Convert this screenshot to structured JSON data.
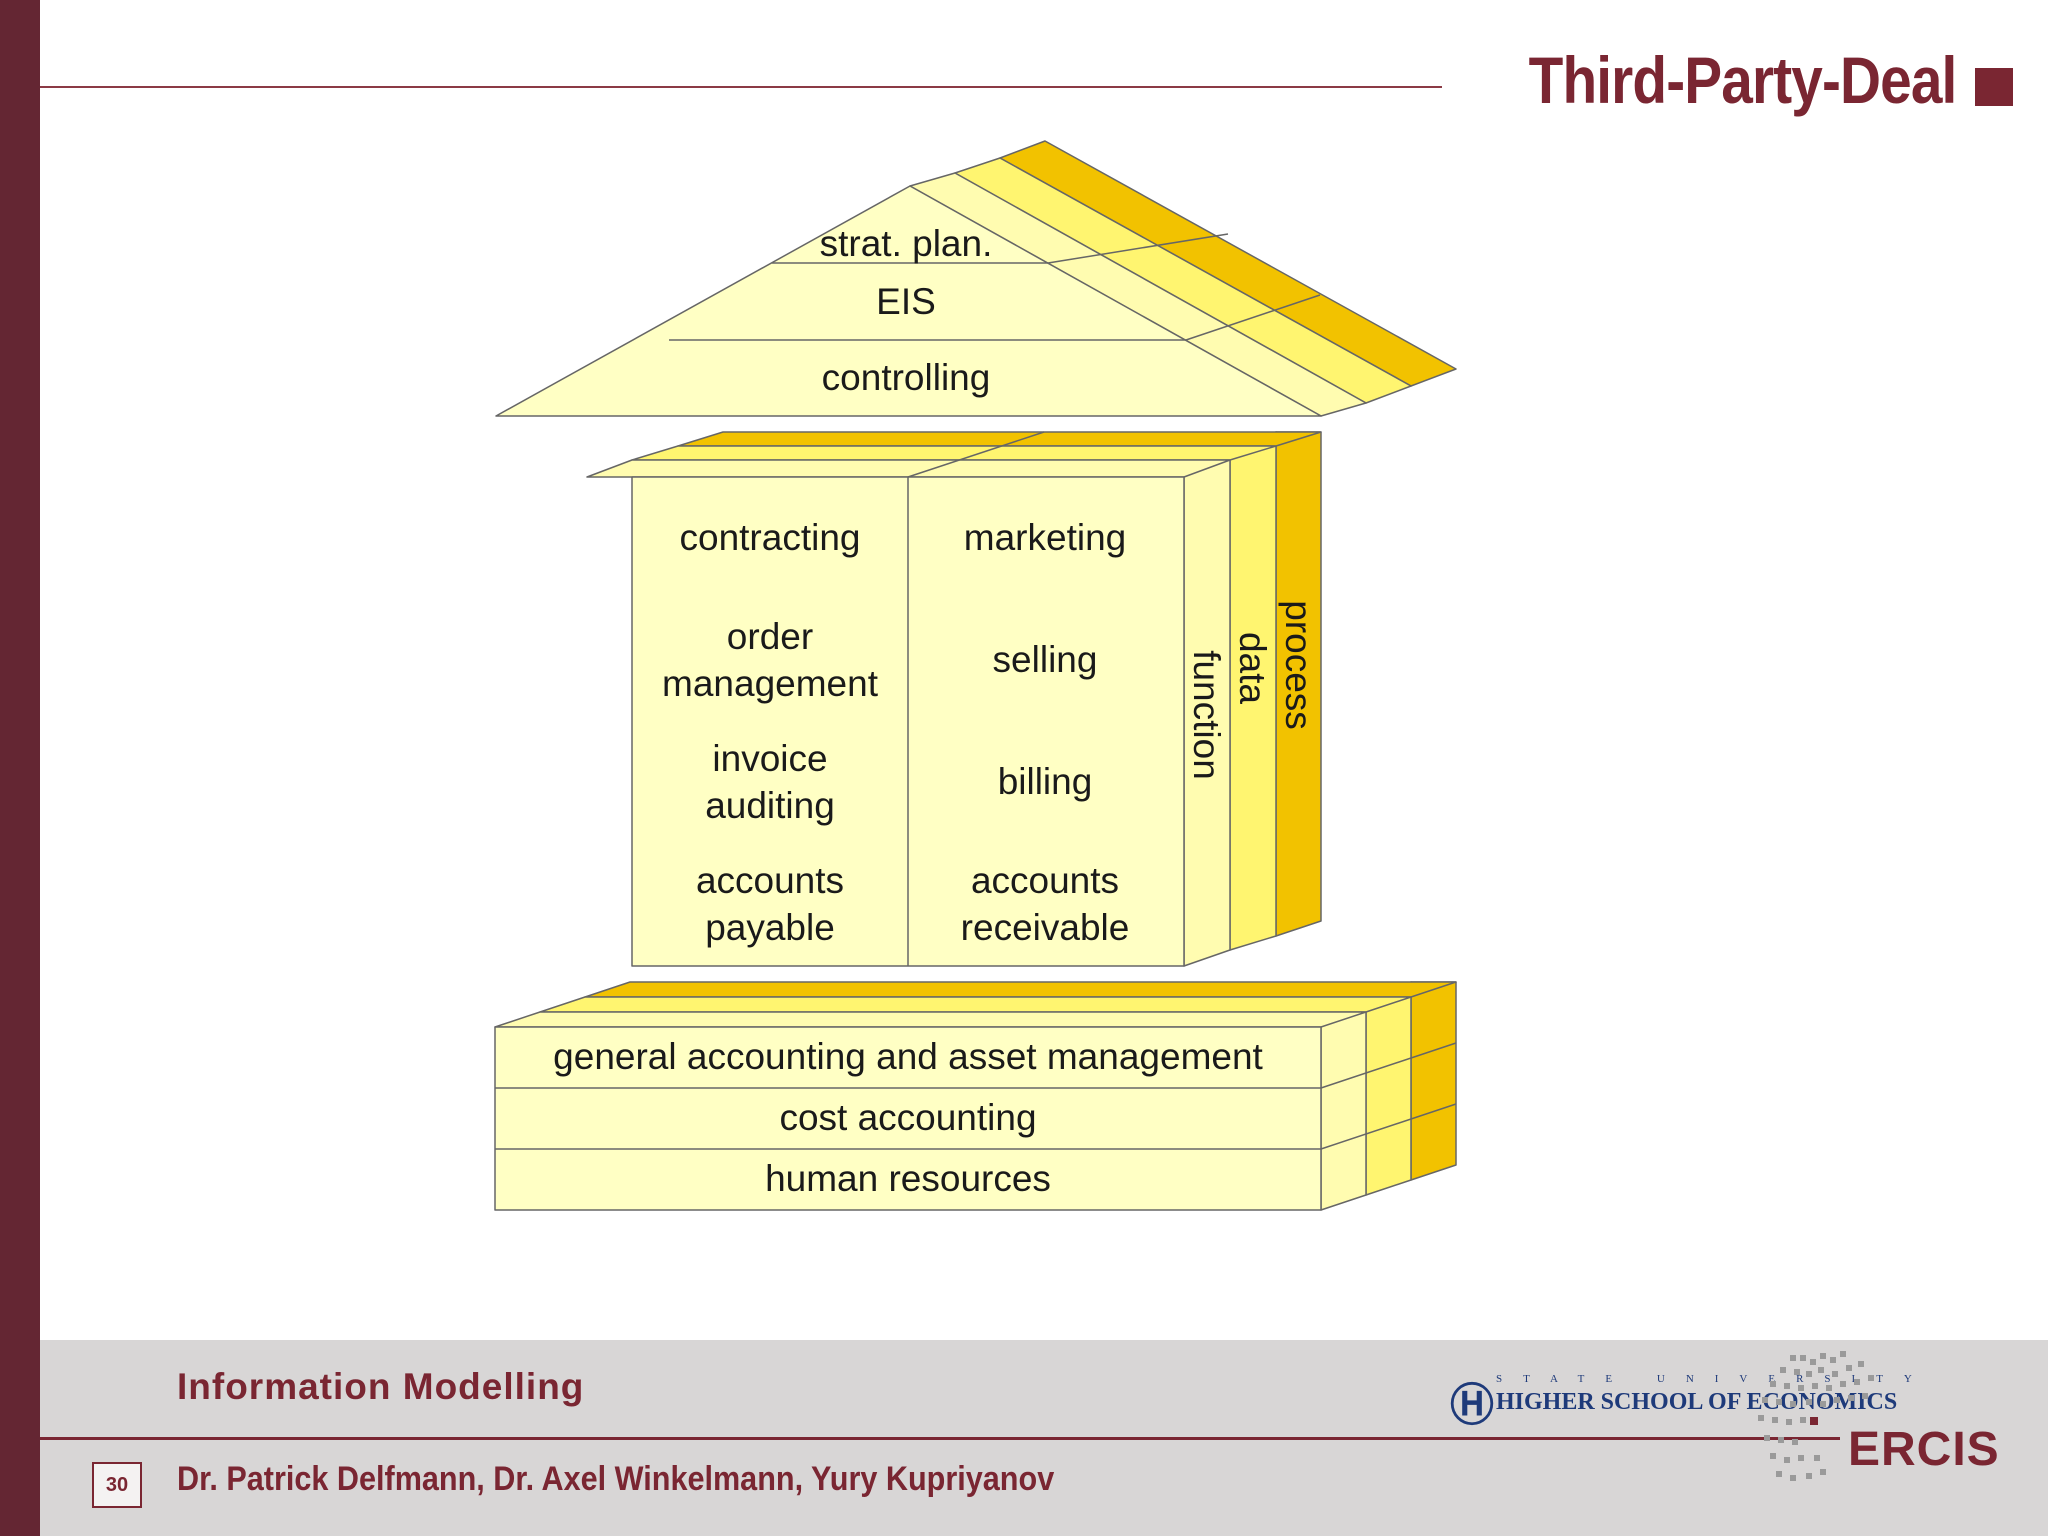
{
  "slide": {
    "title": "Third-Party-Deal"
  },
  "diagram": {
    "roof": {
      "levels": [
        "strat. plan.",
        "EIS",
        "controlling"
      ]
    },
    "middle": {
      "left_column": [
        {
          "lines": [
            "contracting"
          ]
        },
        {
          "lines": [
            "order",
            "management"
          ]
        },
        {
          "lines": [
            "invoice",
            "auditing"
          ]
        },
        {
          "lines": [
            "accounts",
            "payable"
          ]
        }
      ],
      "right_column": [
        {
          "lines": [
            "marketing"
          ]
        },
        {
          "lines": [
            "selling"
          ]
        },
        {
          "lines": [
            "billing"
          ]
        },
        {
          "lines": [
            "accounts",
            "receivable"
          ]
        }
      ],
      "side_views": [
        "function",
        "data",
        "process"
      ]
    },
    "base": {
      "levels": [
        "general accounting and asset management",
        "cost accounting",
        "human resources"
      ]
    },
    "colors": {
      "front": "#ffffc4",
      "view_light": "#fffcb0",
      "view_mid": "#fff570",
      "view_dark": "#f2c200",
      "outline": "#666666"
    }
  },
  "footer": {
    "course": "Information Modelling",
    "page_number": "30",
    "authors": "Dr. Patrick Delfmann, Dr. Axel Winkelmann, Yury Kupriyanov",
    "university_top": "STATE UNIVERSITY",
    "university_name": "HIGHER SCHOOL OF ECONOMICS",
    "ercis": "ERCIS"
  }
}
